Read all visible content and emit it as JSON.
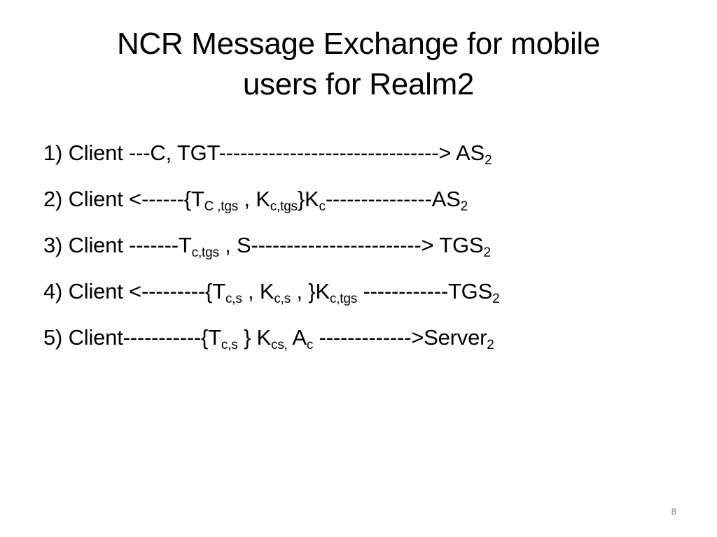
{
  "title": {
    "line1": "NCR Message Exchange for mobile",
    "line2": "users for Realm2"
  },
  "lines": [
    [
      {
        "t": "1) Client ---C, TGT-------------------------------> AS"
      },
      {
        "t": "2",
        "sub": true
      }
    ],
    [
      {
        "t": "2) Client <------{T"
      },
      {
        "t": "C ,tgs",
        "sub": true
      },
      {
        "t": "  , K"
      },
      {
        "t": "c,tgs",
        "sub": true
      },
      {
        "t": "}K"
      },
      {
        "t": "c",
        "sub": true
      },
      {
        "t": "---------------AS"
      },
      {
        "t": "2",
        "sub": true
      }
    ],
    [
      {
        "t": "3) Client -------T"
      },
      {
        "t": "c,tgs",
        "sub": true
      },
      {
        "t": " , S------------------------> TGS"
      },
      {
        "t": "2",
        "sub": true
      }
    ],
    [
      {
        "t": "4) Client <---------{T"
      },
      {
        "t": "c,s",
        "sub": true
      },
      {
        "t": "  , K"
      },
      {
        "t": "c,s",
        "sub": true
      },
      {
        "t": " , }K"
      },
      {
        "t": "c,tgs",
        "sub": true
      },
      {
        "t": " ------------TGS"
      },
      {
        "t": "2",
        "sub": true
      }
    ],
    [
      {
        "t": "5) Client-----------{T"
      },
      {
        "t": "c,s",
        "sub": true
      },
      {
        "t": "  } K"
      },
      {
        "t": "cs,",
        "sub": true
      },
      {
        "t": "  A"
      },
      {
        "t": "c",
        "sub": true
      },
      {
        "t": " ------------->Server"
      },
      {
        "t": "2",
        "sub": true
      }
    ]
  ],
  "page_number": "8"
}
